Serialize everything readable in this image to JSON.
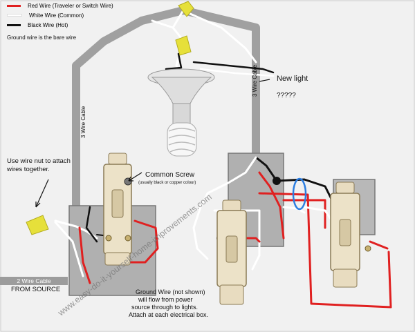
{
  "legend": {
    "red": "Red Wire (Traveler or Switch Wire)",
    "white": "White Wire (Common)",
    "black": "Black Wire (Hot)",
    "ground": "Ground wire is the bare wire"
  },
  "labels": {
    "new_light": "New light",
    "question": "?????",
    "cable_left": "3 Wire Cable",
    "cable_right": "3 Wire Cable",
    "wire_nut_note": "Use wire nut to attach wires together.",
    "common_screw": "Common Screw",
    "common_screw_note": "(usually black or copper colour)",
    "source_cable": "2 Wire Cable",
    "source": "FROM SOURCE",
    "ground_note_1": "Ground Wire (not shown)",
    "ground_note_2": "will flow from power",
    "ground_note_3": "source through to lights.",
    "ground_note_4": "Attach at each electrical box.",
    "watermark": "www.easy-do-it-yourself-home-improvements.com"
  },
  "colors": {
    "red_wire": "#e02020",
    "white_wire": "#ffffff",
    "black_wire": "#111111",
    "cable": "#9a9a9a",
    "box": "#a9a9a9",
    "wire_nut": "#e6e03a",
    "highlight_ring": "#2a7de1"
  }
}
